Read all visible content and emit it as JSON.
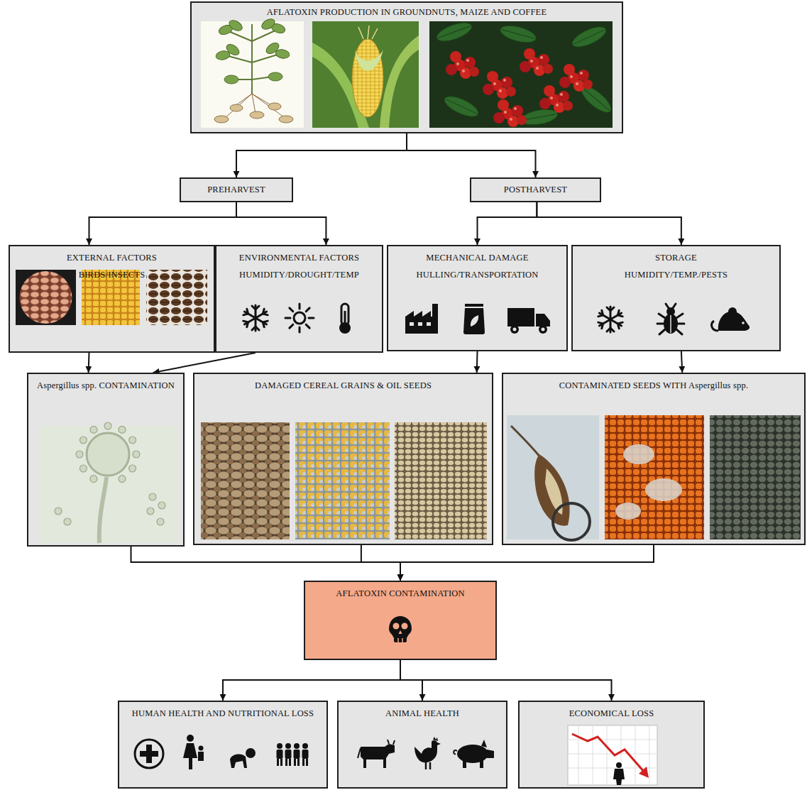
{
  "diagram": {
    "nodes": [
      {
        "text": [
          "AFLATOXIN PRODUCTION IN GROUNDNUTS, MAIZE AND COFFEE"
        ]
      },
      {
        "text": [
          "PREHARVEST"
        ]
      },
      {
        "text": [
          "POSTHARVEST"
        ]
      },
      {
        "text": [
          "EXTERNAL FACTORS",
          "BIRDS/INSECTS"
        ]
      },
      {
        "text": [
          "ENVIRONMENTAL FACTORS",
          "HUMIDITY/DROUGHT/TEMP"
        ]
      },
      {
        "text": [
          "MECHANICAL DAMAGE",
          "HULLING/TRANSPORTATION"
        ]
      },
      {
        "text": [
          "STORAGE",
          "HUMIDITY/TEMP./PESTS"
        ]
      },
      {
        "text": [
          "Aspergillus spp. CONTAMINATION"
        ]
      },
      {
        "text": [
          "DAMAGED CEREAL GRAINS & OIL SEEDS"
        ]
      },
      {
        "text": [
          "CONTAMINATED SEEDS WITH Aspergillus spp."
        ]
      },
      {
        "text": [
          "AFLATOXIN CONTAMINATION"
        ]
      },
      {
        "text": [
          "HUMAN HEALTH AND NUTRITIONAL LOSS"
        ]
      },
      {
        "text": [
          "ANIMAL HEALTH"
        ]
      },
      {
        "text": [
          "ECONOMICAL LOSS"
        ]
      }
    ],
    "edges": [
      {
        "from": 0,
        "to": 1,
        "arrow": "to"
      },
      {
        "from": 0,
        "to": 2,
        "arrow": "to"
      },
      {
        "from": 1,
        "to": 3,
        "arrow": "to"
      },
      {
        "from": 1,
        "to": 4,
        "arrow": "to"
      },
      {
        "from": 2,
        "to": 5,
        "arrow": "to"
      },
      {
        "from": 2,
        "to": 6,
        "arrow": "to"
      },
      {
        "from": 3,
        "to": 7,
        "arrow": "to"
      },
      {
        "from": 4,
        "to": 7,
        "arrow": "to"
      },
      {
        "from": 5,
        "to": 8,
        "arrow": "to"
      },
      {
        "from": 6,
        "to": 9,
        "arrow": "to"
      },
      {
        "from": 7,
        "to": 10,
        "arrow": "to"
      },
      {
        "from": 8,
        "to": 10,
        "arrow": "to"
      },
      {
        "from": 9,
        "to": 10,
        "arrow": "to"
      },
      {
        "from": 10,
        "to": 11,
        "arrow": "to"
      },
      {
        "from": 10,
        "to": 12,
        "arrow": "to"
      },
      {
        "from": 10,
        "to": 13,
        "arrow": "to"
      }
    ]
  }
}
